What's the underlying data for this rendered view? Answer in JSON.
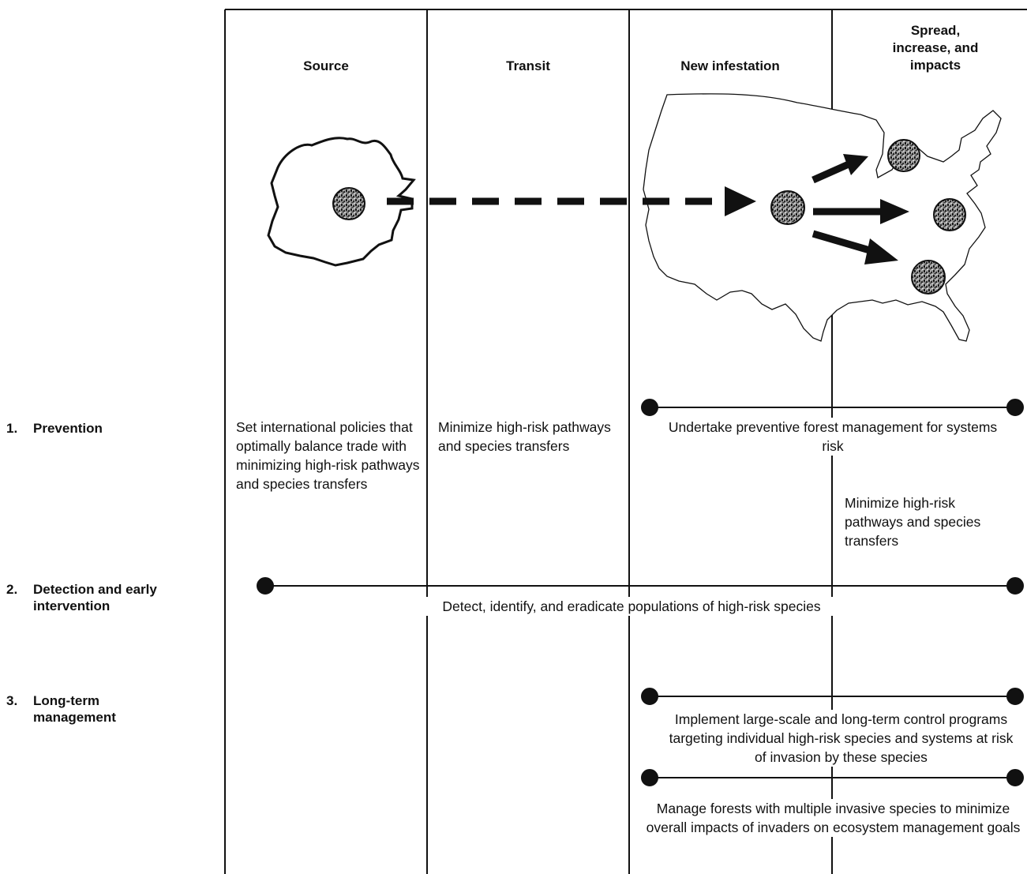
{
  "columns": [
    {
      "label": "Source"
    },
    {
      "label": "Transit"
    },
    {
      "label": "New infestation"
    },
    {
      "label": "Spread, increase, and impacts"
    }
  ],
  "rows": [
    {
      "number": "1.",
      "label_line1": "Prevention",
      "label_line2": ""
    },
    {
      "number": "2.",
      "label_line1": "Detection and early",
      "label_line2": "intervention"
    },
    {
      "number": "3.",
      "label_line1": "Long-term",
      "label_line2": "management"
    }
  ],
  "actions": {
    "prevention_source": "Set international policies that optimally balance trade with minimizing high-risk pathways and species transfers",
    "prevention_transit": "Minimize high-risk pathways and species transfers",
    "prevention_forest": "Undertake preventive forest management for systems risk",
    "prevention_spread": "Minimize high-risk pathways and species transfers",
    "detection": "Detect, identify, and eradicate populations of high-risk species",
    "longterm_control": "Implement large-scale and long-term control programs targeting individual high-risk species and systems at risk of invasion by these species",
    "longterm_manage": "Manage forests with multiple invasive species to minimize overall impacts of invaders on ecosystem management goals"
  },
  "icons": {
    "source_region": "source-region-outline-icon",
    "us_map": "united-states-map-icon",
    "pest_population": "pest-population-circle-icon",
    "transit_arrow": "dashed-arrow-icon",
    "spread_arrow": "spread-arrow-icon"
  },
  "colors": {
    "ink": "#111111",
    "pest_fill": "#8a8a8a"
  }
}
